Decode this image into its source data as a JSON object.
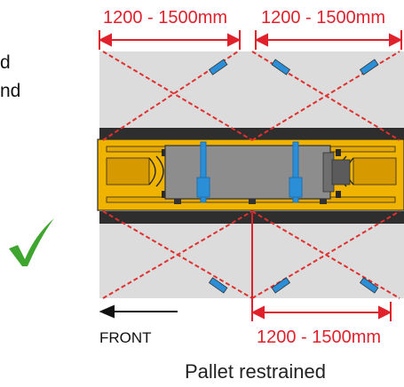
{
  "side_text": {
    "line1_fragment": "d",
    "line2_fragment": "nd"
  },
  "dimensions": {
    "top_left": "1200 - 1500mm",
    "top_right": "1200 - 1500mm",
    "bottom_right": "1200 - 1500mm"
  },
  "front_label": "FRONT",
  "caption": "Pallet restrained",
  "status": {
    "icon": "checkmark-icon",
    "meaning": "correct"
  },
  "colors": {
    "dimension_red": "#e0212b",
    "restraint_red": "#e03030",
    "trailer_yellow": "#f0b400",
    "deck_grey": "#dcdcdc",
    "dark_band": "#2e2e2e",
    "pallet_grey": "#8d8d8d",
    "strap_blue": "#2a8fd6",
    "check_green": "#3ea52f"
  }
}
